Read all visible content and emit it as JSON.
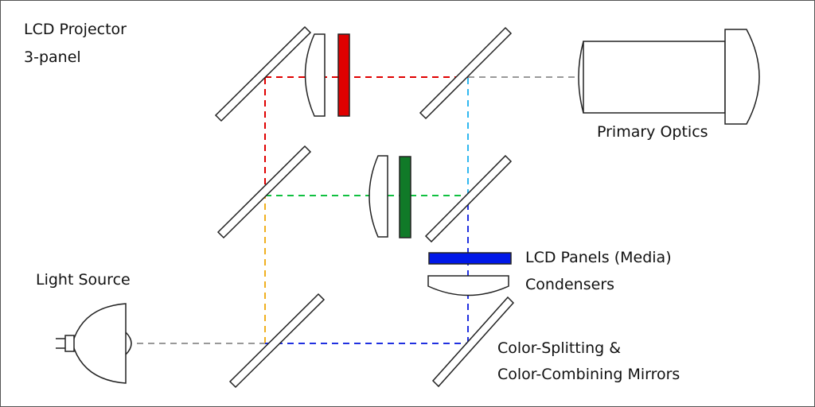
{
  "title": {
    "line1": "LCD Projector",
    "line2": "3-panel"
  },
  "labels": {
    "primary_optics": "Primary Optics",
    "lcd_panels": "LCD Panels (Media)",
    "condensers": "Condensers",
    "light_source": "Light Source",
    "mirrors_line1": "Color-Splitting &",
    "mirrors_line2": "Color-Combining Mirrors"
  },
  "colors": {
    "red_panel": "#e00000",
    "green_panel": "#107a28",
    "blue_panel": "#0018e8",
    "red_beam": "#e00000",
    "green_beam": "#10c040",
    "blue_beam": "#2030e0",
    "cyan_beam": "#30b8f0",
    "yellow_beam": "#f0b020",
    "white_beam": "#999999"
  }
}
